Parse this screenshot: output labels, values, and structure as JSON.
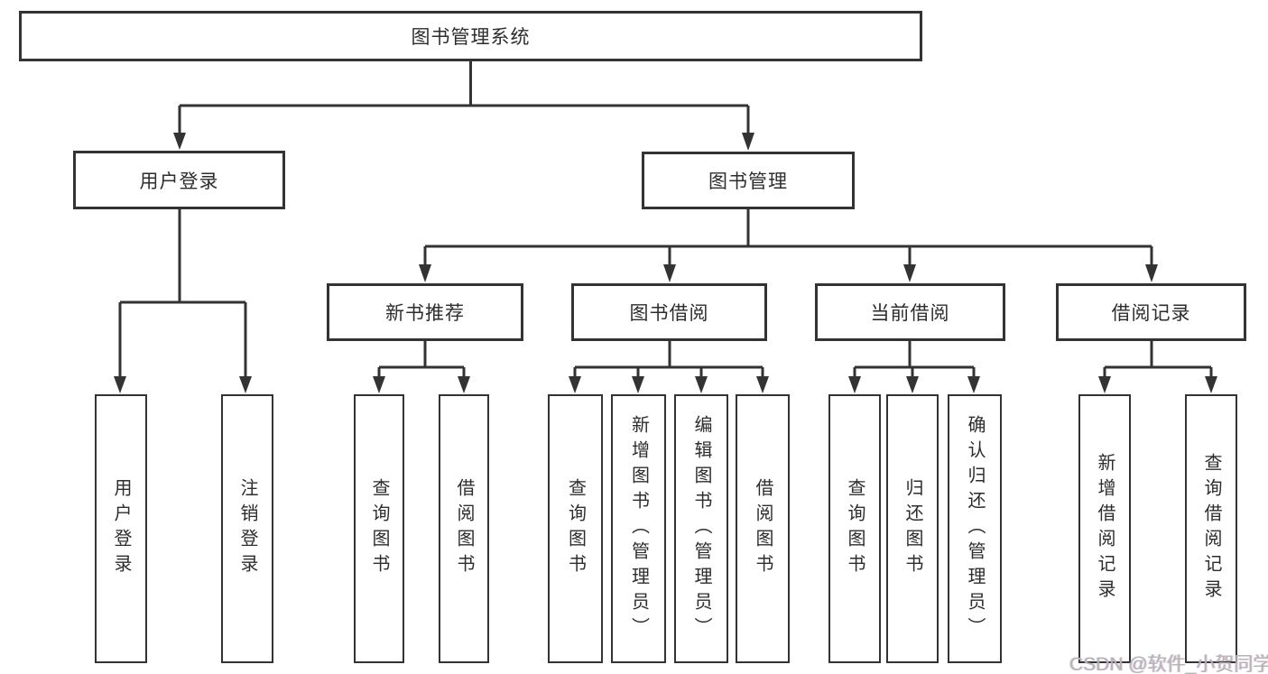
{
  "colors": {
    "line": "#333333",
    "text": "#2d2d2d",
    "box_background": "#ffffff",
    "watermark": "#b5b5b5"
  },
  "diagram": {
    "root": {
      "label": "图书管理系统"
    },
    "level2": {
      "user_login": {
        "label": "用户登录"
      },
      "book_mgmt": {
        "label": "图书管理"
      }
    },
    "level3": {
      "new_book_rec": {
        "label": "新书推荐"
      },
      "book_borrow": {
        "label": "图书借阅"
      },
      "current_borrow": {
        "label": "当前借阅"
      },
      "borrow_records": {
        "label": "借阅记录"
      }
    },
    "leaves": {
      "user_login_leaf": {
        "label": "用户登录"
      },
      "logout": {
        "label": "注销登录"
      },
      "rec_query_books": {
        "label": "查询图书"
      },
      "rec_borrow_books": {
        "label": "借阅图书"
      },
      "bb_query_books": {
        "label": "查询图书"
      },
      "bb_add_books": {
        "label": "新增图书（管理员）"
      },
      "bb_edit_books": {
        "label": "编辑图书（管理员）"
      },
      "bb_borrow_books": {
        "label": "借阅图书"
      },
      "cb_query_books": {
        "label": "查询图书"
      },
      "cb_return_books": {
        "label": "归还图书"
      },
      "cb_confirm_return": {
        "label": "确认归还（管理员）"
      },
      "br_add_record": {
        "label": "新增借阅记录"
      },
      "br_query_record": {
        "label": "查询借阅记录"
      }
    }
  },
  "watermark": {
    "text": "CSDN @软件_小贺同学"
  }
}
